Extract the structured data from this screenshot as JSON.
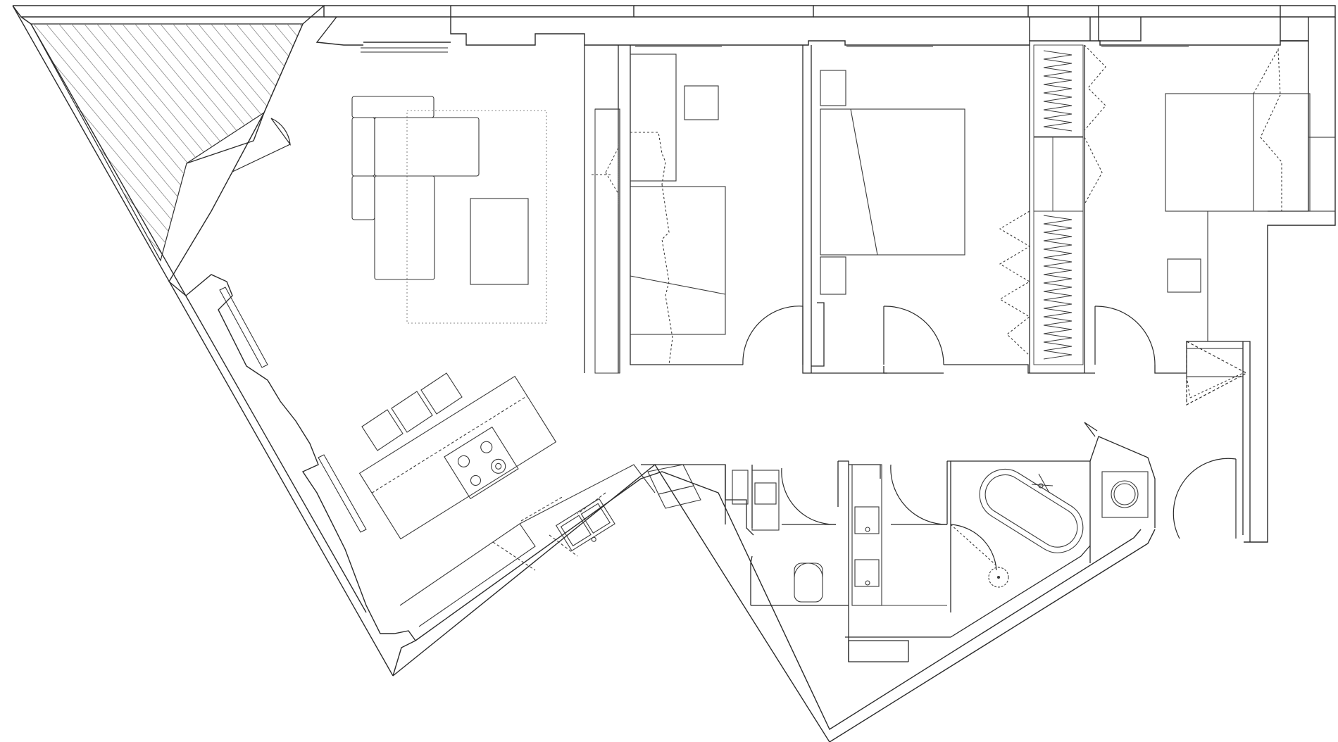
{
  "plan": {
    "colors": {
      "background": "#ffffff",
      "wall": "#2b2b2b",
      "furniture": "#3a3a3a",
      "dashed": "#555555",
      "hatch": "#8a8a8a"
    },
    "rooms": [
      {
        "id": "terrace",
        "kind": "hatched-terrace"
      },
      {
        "id": "living-room",
        "kind": "living"
      },
      {
        "id": "kitchen",
        "kind": "kitchen"
      },
      {
        "id": "closet-hall",
        "kind": "storage"
      },
      {
        "id": "bedroom-1",
        "kind": "bedroom"
      },
      {
        "id": "bedroom-2",
        "kind": "bedroom"
      },
      {
        "id": "wardrobe",
        "kind": "storage"
      },
      {
        "id": "bedroom-3",
        "kind": "bedroom"
      },
      {
        "id": "corridor",
        "kind": "corridor"
      },
      {
        "id": "wc",
        "kind": "toilet"
      },
      {
        "id": "bathroom",
        "kind": "bathroom"
      },
      {
        "id": "utility",
        "kind": "laundry"
      }
    ],
    "fixtures": [
      "sectional-sofa",
      "coffee-table",
      "rug",
      "kitchen-island",
      "cooktop",
      "bar-stools",
      "kitchen-sink",
      "single-bed",
      "double-bed",
      "desk",
      "bathtub",
      "double-vanity",
      "toilet",
      "shower",
      "washing-machine"
    ]
  }
}
